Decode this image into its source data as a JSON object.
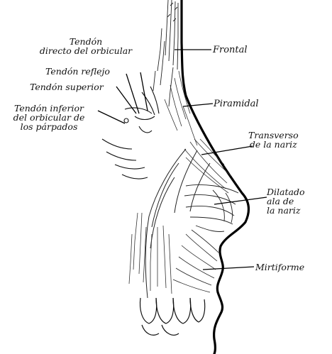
{
  "figure": {
    "labels": {
      "frontal": "Frontal",
      "piramidal": "Piramidal",
      "transverso": [
        "Transverso",
        "de la nariz"
      ],
      "dilatador": [
        "Dilatado",
        "ala de",
        "la nariz"
      ],
      "mirtiforme": "Mirtiforme",
      "tendon_directo": [
        "Tendón",
        "directo del orbicular"
      ],
      "tendon_reflejo": "Tendón reflejo",
      "tendon_superior": "Tendón superior",
      "tendon_inferior": [
        "Tendón inferior",
        "del orbicular de",
        "los párpados"
      ]
    }
  }
}
